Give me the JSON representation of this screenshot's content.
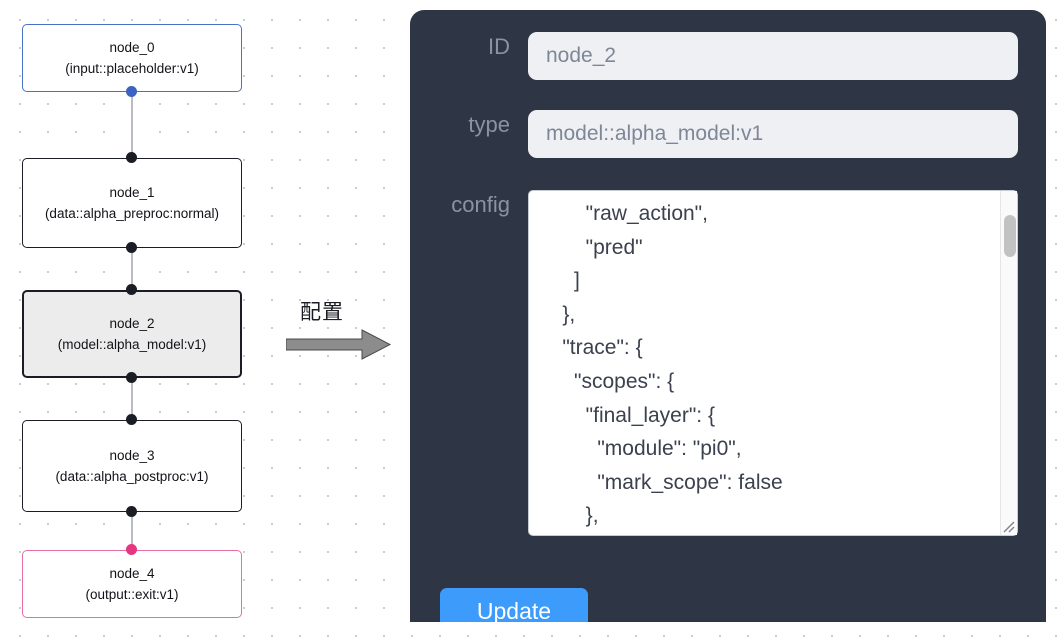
{
  "graph": {
    "nodes": [
      {
        "id": "node_0",
        "label": "node_0\n(input::placeholder:v1)",
        "state": "start"
      },
      {
        "id": "node_1",
        "label": "node_1\n(data::alpha_preproc:normal)",
        "state": "default"
      },
      {
        "id": "node_2",
        "label": "node_2\n(model::alpha_model:v1)",
        "state": "selected"
      },
      {
        "id": "node_3",
        "label": "node_3\n(data::alpha_postproc:v1)",
        "state": "default"
      },
      {
        "id": "node_4",
        "label": "node_4\n(output::exit:v1)",
        "state": "end"
      }
    ],
    "edges": [
      {
        "from": "node_0",
        "to": "node_1"
      },
      {
        "from": "node_1",
        "to": "node_2"
      },
      {
        "from": "node_2",
        "to": "node_3"
      },
      {
        "from": "node_3",
        "to": "node_4"
      }
    ],
    "colors": {
      "start_border": "#4a72c4",
      "start_handle": "#3b63c4",
      "default_border": "#1b1d25",
      "selected_fill": "#ececec",
      "end_border": "#e46fa8",
      "end_handle": "#e8357f",
      "edge": "#b9bcc4"
    }
  },
  "arrow": {
    "caption": "配置",
    "color": "#8c8c8c"
  },
  "panel": {
    "background": "#2e3646",
    "fields": {
      "id": {
        "label": "ID",
        "value": "node_2",
        "placeholder": "node_2"
      },
      "type": {
        "label": "type",
        "value": "model::alpha_model:v1",
        "placeholder": "model::alpha_model:v1"
      },
      "config": {
        "label": "config",
        "value": "        \"raw_action\",\n        \"pred\"\n      ]\n    },\n    \"trace\": {\n      \"scopes\": {\n        \"final_layer\": {\n          \"module\": \"pi0\",\n          \"mark_scope\": false\n        },\n        \"action_model\": {"
      }
    },
    "update_button": {
      "label": "Update",
      "color": "#3d9bfb"
    },
    "scrollbar": {
      "thumb_color": "#c2c2c2"
    }
  }
}
